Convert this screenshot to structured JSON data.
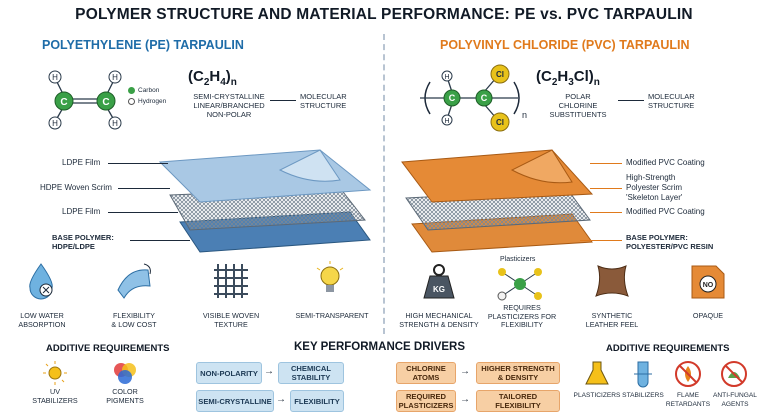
{
  "title": "POLYMER STRUCTURE AND MATERIAL PERFORMANCE: PE vs. PVC TARPAULIN",
  "pe": {
    "header": "POLYETHYLENE (PE) TARPAULIN",
    "formula": "(C2H4)n",
    "legend": {
      "carbon": "Carbon",
      "hydrogen": "Hydrogen"
    },
    "atom_c": "C",
    "atom_h": "H",
    "structure": [
      "SEMI-CRYSTALLINE",
      "LINEAR/BRANCHED",
      "NON-POLAR"
    ],
    "molecular": [
      "MOLECULAR",
      "STRUCTURE"
    ],
    "layers": [
      "LDPE Film",
      "HDPE Woven Scrim",
      "LDPE Film"
    ],
    "base": [
      "BASE POLYMER:",
      "HDPE/LDPE"
    ],
    "properties": [
      [
        "LOW WATER",
        "ABSORPTION"
      ],
      [
        "FLEXIBILITY",
        "& LOW COST"
      ],
      [
        "VISIBLE WOVEN",
        "TEXTURE"
      ],
      [
        "SEMI-TRANSPARENT"
      ]
    ],
    "additive_title": "ADDITIVE REQUIREMENTS",
    "additives": [
      [
        "UV",
        "STABILIZERS"
      ],
      [
        "COLOR",
        "PIGMENTS"
      ]
    ]
  },
  "pvc": {
    "header": "POLYVINYL CHLORIDE (PVC) TARPAULIN",
    "formula": "(C2H3Cl)n",
    "atom_cl": "Cl",
    "structure": [
      "POLAR",
      "CHLORINE",
      "SUBSTITUENTS"
    ],
    "molecular": [
      "MOLECULAR",
      "STRUCTURE"
    ],
    "layers": [
      "Modified PVC Coating",
      "High-Strength",
      "Polyester Scrim",
      "'Skeleton Layer'",
      "Modified PVC Coating"
    ],
    "base": [
      "BASE POLYMER:",
      "POLYESTER/PVC RESIN"
    ],
    "properties": [
      [
        "HIGH MECHANICAL",
        "STRENGTH & DENSITY"
      ],
      [
        "REQUIRES",
        "PLASTICIZERS FOR",
        "FLEXIBILITY"
      ],
      [
        "SYNTHETIC",
        "LEATHER FEEL"
      ],
      [
        "OPAQUE"
      ]
    ],
    "plasticizers_label": "Plasticizers",
    "weight_label": "KG",
    "opaque_badge": "NO",
    "additive_title": "ADDITIVE REQUIREMENTS",
    "additives": [
      [
        "PLASTICIZERS"
      ],
      [
        "STABILIZERS"
      ],
      [
        "FLAME",
        "RETARDANTS"
      ],
      [
        "ANTI-FUNGAL",
        "AGENTS"
      ]
    ]
  },
  "drivers": {
    "title": "KEY PERFORMANCE DRIVERS",
    "pe": [
      {
        "cause": "NON-POLARITY",
        "effect": [
          "CHEMICAL",
          "STABILITY"
        ]
      },
      {
        "cause": "SEMI-CRYSTALLINE",
        "effect": [
          "FLEXIBILITY"
        ]
      }
    ],
    "pvc": [
      {
        "cause": [
          "CHLORINE",
          "ATOMS"
        ],
        "effect": [
          "HIGHER STRENGTH",
          "& DENSITY"
        ]
      },
      {
        "cause": [
          "REQUIRED",
          "PLASTICIZERS"
        ],
        "effect": [
          "TAILORED",
          "FLEXIBILITY"
        ]
      }
    ]
  },
  "colors": {
    "pe_blue": "#1e6ca8",
    "pvc_orange": "#e07a1c",
    "carbon": "#3aa047",
    "chlorine": "#e8c21a"
  }
}
